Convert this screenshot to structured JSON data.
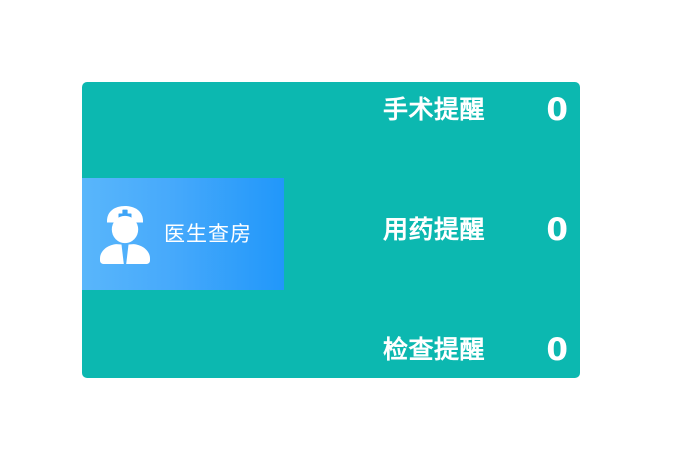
{
  "colors": {
    "page_background": "#ffffff",
    "panel_teal": "#0cb8b0",
    "card_blue_start": "#59b6fb",
    "card_blue_end": "#2197fa",
    "text_white": "#ffffff"
  },
  "panel": {
    "feature_card": {
      "label": "医生查房",
      "icon": "doctor-icon"
    },
    "reminders": [
      {
        "label": "手术提醒",
        "count": "0"
      },
      {
        "label": "用药提醒",
        "count": "0"
      },
      {
        "label": "检查提醒",
        "count": "0"
      }
    ]
  }
}
